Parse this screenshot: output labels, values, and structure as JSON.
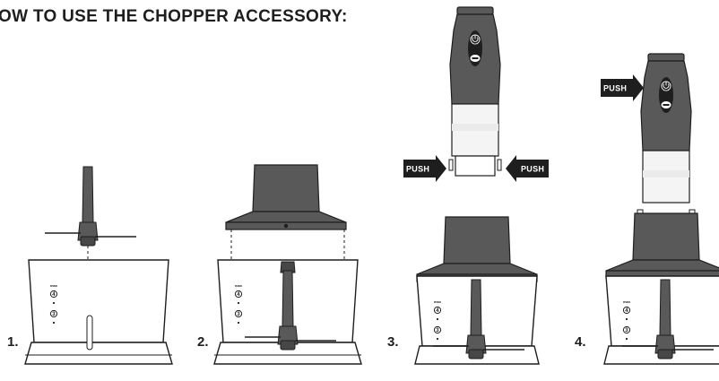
{
  "title": "OW TO USE THE CHOPPER ACCESSORY:",
  "steps": [
    {
      "number": "1."
    },
    {
      "number": "2."
    },
    {
      "number": "3."
    },
    {
      "number": "4."
    }
  ],
  "push_label": "PUSH",
  "bowl_markings": {
    "max_label": "max",
    "upper_mark": "4",
    "lower_mark": "3"
  },
  "colors": {
    "body": "#595959",
    "outline": "#1e1e1e",
    "background": "#ffffff",
    "window": "#f4f4f4",
    "arrow": "#1e1e1e"
  },
  "icons": [
    "power-icon",
    "speed-button-icon",
    "turbo-button-icon",
    "push-arrow-icon",
    "chopper-blade-icon"
  ]
}
